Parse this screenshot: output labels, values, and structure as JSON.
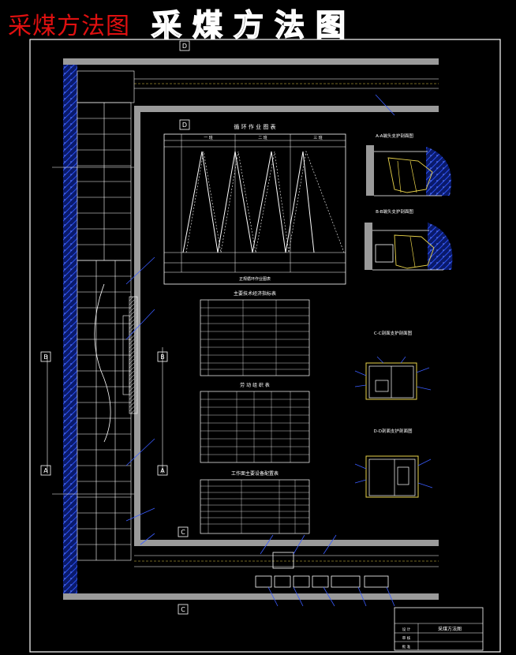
{
  "header": {
    "red_title": "采煤方法图",
    "outline_title": "采煤方法图"
  },
  "section_markers": {
    "d_top": "D",
    "d_mid": "D",
    "b_left": "B",
    "b_right": "B",
    "a_left": "A",
    "a_right": "A",
    "c_mid": "C",
    "c_bottom": "C"
  },
  "cycle_chart": {
    "title": "循 环 作 业 图 表",
    "shift_headers": [
      "一 班",
      "二 班",
      "三 班"
    ],
    "footer_caption": "正规循环作业图表"
  },
  "tables": {
    "t1_title": "主要技术经济指标表",
    "t2_title": "劳 动 组 织 表",
    "t3_title": "工作面主要设备配置表"
  },
  "sections": {
    "s1_title": "A-A端头支护剖面图",
    "s2_title": "B-B端头支护剖面图",
    "s3_title": "C-C剖面支护剖面图",
    "s4_title": "D-D剖面支护剖面图"
  },
  "title_block": {
    "main_text": "采煤方法图",
    "rows": [
      "设 计",
      "审 核",
      "批 准"
    ]
  },
  "colors": {
    "background": "#000000",
    "coal_hatch": "#1f3fd0",
    "roadway_gray": "#9a9a9a",
    "cad_line": "#ffffff",
    "accent_yellow": "#e8d24a",
    "red_title": "#e01010"
  }
}
